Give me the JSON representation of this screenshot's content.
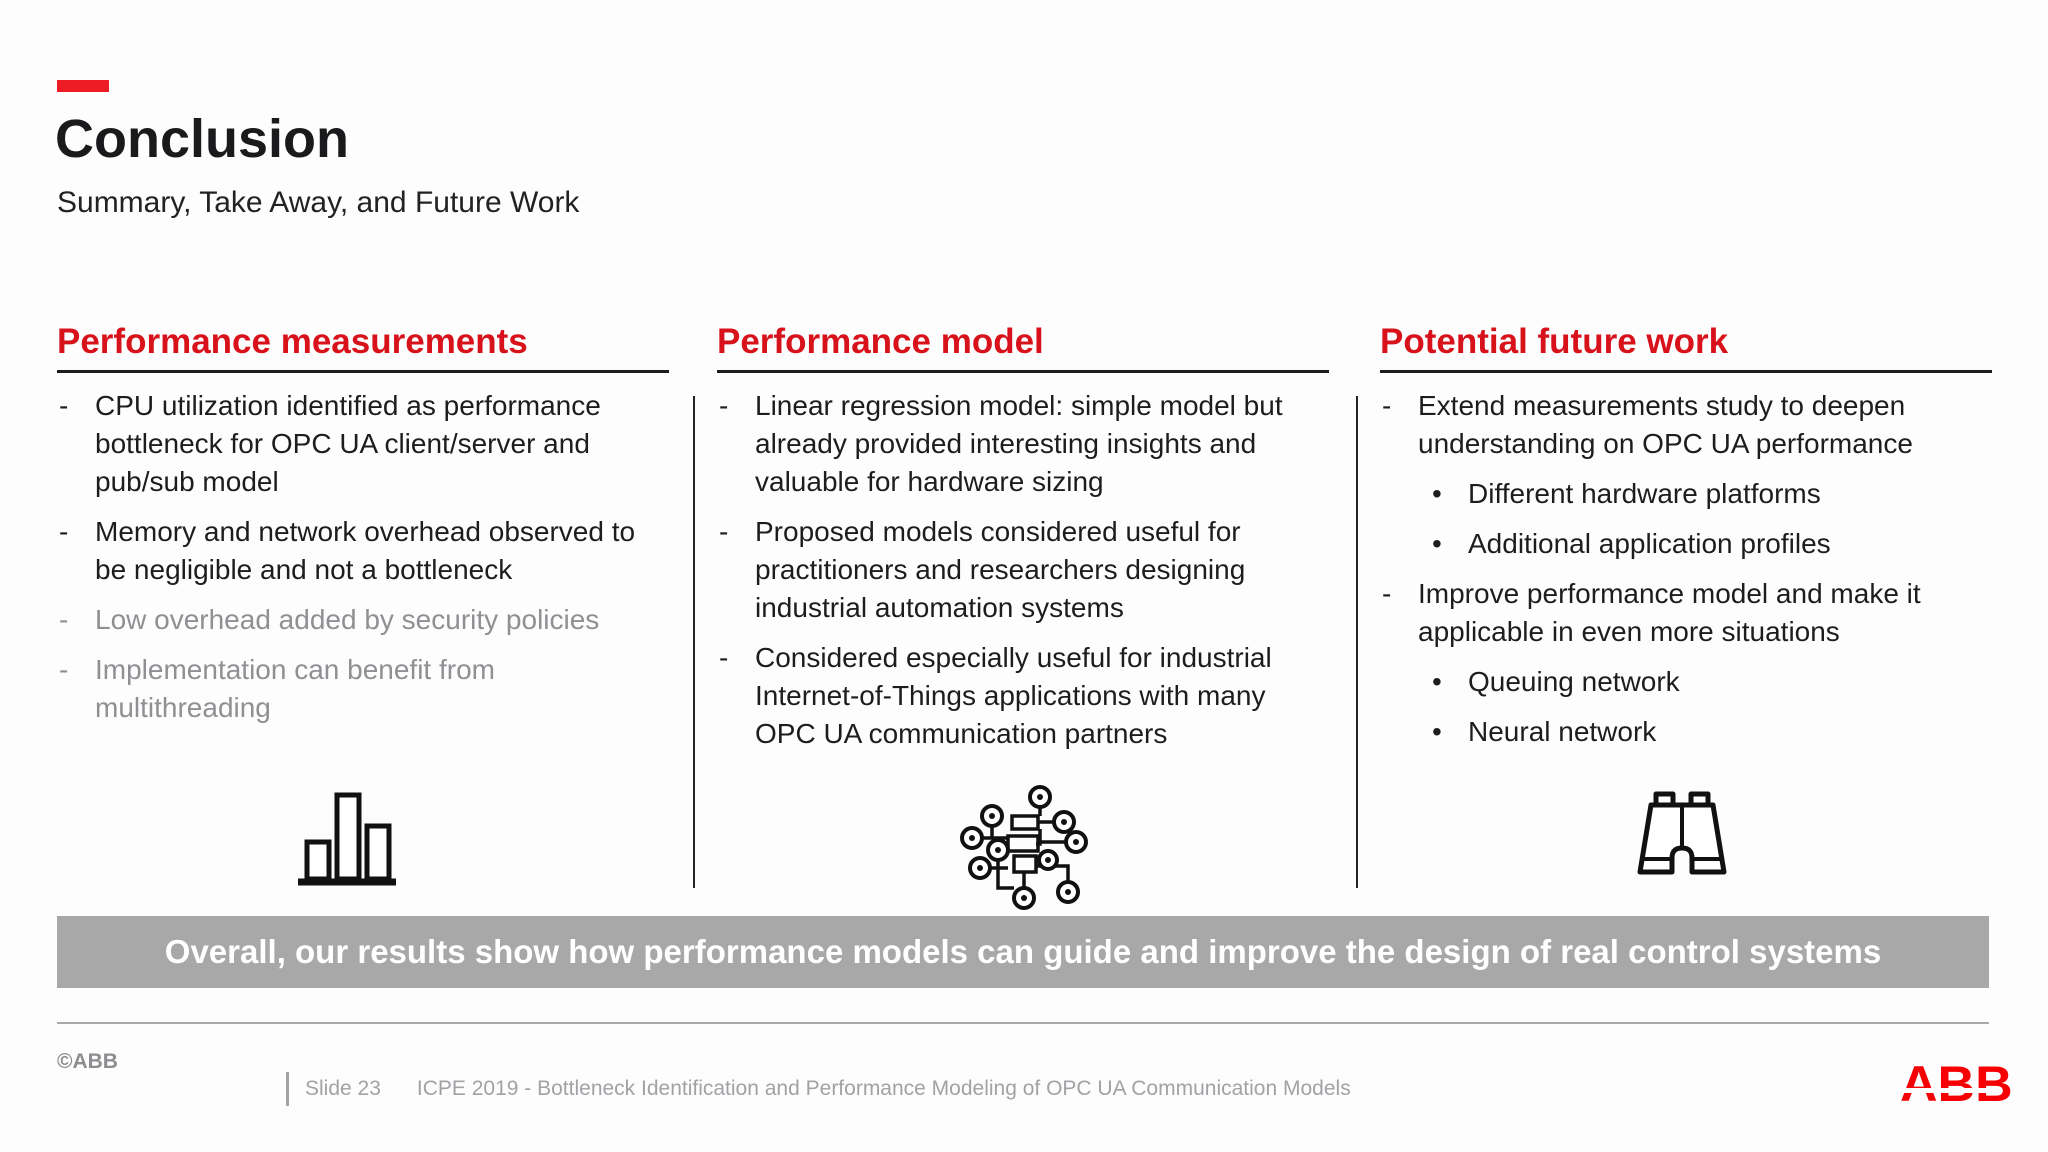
{
  "title": "Conclusion",
  "subtitle": "Summary, Take Away, and Future Work",
  "colors": {
    "accent_red": "#ee1c25",
    "heading_red": "#d8121b",
    "banner_bg": "#a8a8a8",
    "banner_text": "#ffffff",
    "muted_gray": "#909094",
    "logo_red": "#f60004"
  },
  "columns": [
    {
      "heading": "Performance measurements",
      "icon": "bar-chart-icon",
      "items": [
        {
          "text": "CPU utilization identified as performance bottleneck for OPC UA client/server and pub/sub model",
          "muted": false,
          "level": "dash"
        },
        {
          "text": "Memory and network overhead observed to be negligible and not a bottleneck",
          "muted": false,
          "level": "dash"
        },
        {
          "text": "Low overhead added by security policies",
          "muted": true,
          "level": "dash"
        },
        {
          "text": "Implementation can benefit from multithreading",
          "muted": true,
          "level": "dash"
        }
      ]
    },
    {
      "heading": "Performance model",
      "icon": "network-icon",
      "items": [
        {
          "text": "Linear regression model: simple model but already provided interesting insights and valuable for hardware sizing",
          "muted": false,
          "level": "dash"
        },
        {
          "text": "Proposed models considered useful for practitioners and researchers designing industrial automation systems",
          "muted": false,
          "level": "dash"
        },
        {
          "text": "Considered especially useful for industrial Internet-of-Things applications with many OPC UA communication partners",
          "muted": false,
          "level": "dash"
        }
      ]
    },
    {
      "heading": "Potential future work",
      "icon": "binoculars-icon",
      "items": [
        {
          "text": "Extend measurements study to deepen understanding on OPC UA performance",
          "muted": false,
          "level": "dash"
        },
        {
          "text": "Different hardware platforms",
          "muted": false,
          "level": "sub"
        },
        {
          "text": "Additional application profiles",
          "muted": false,
          "level": "sub"
        },
        {
          "text": "Improve performance model and make it applicable in even more situations",
          "muted": false,
          "level": "dash"
        },
        {
          "text": "Queuing network",
          "muted": false,
          "level": "sub"
        },
        {
          "text": "Neural network",
          "muted": false,
          "level": "sub"
        }
      ]
    }
  ],
  "banner": {
    "text": "Overall, our results show how performance models can guide and improve the design of real control systems"
  },
  "footer": {
    "copyright": "©ABB",
    "slide_number": "Slide 23",
    "reference": "ICPE 2019 - Bottleneck Identification and Performance Modeling of OPC UA Communication Models",
    "logo_text": "ABB"
  }
}
